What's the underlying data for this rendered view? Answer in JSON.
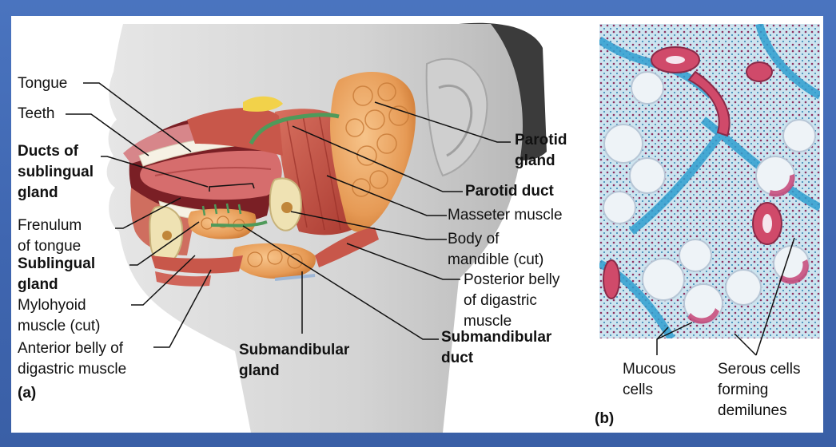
{
  "panel_a": {
    "tag": "(a)",
    "labels": {
      "tongue": "Tongue",
      "teeth": "Teeth",
      "ducts_line1": "Ducts of",
      "ducts_line2": "sublingual",
      "ducts_line3": "gland",
      "frenulum_line1": "Frenulum",
      "frenulum_line2": "of tongue",
      "sublingual_line1": "Sublingual",
      "sublingual_line2": "gland",
      "mylohyoid_line1": "Mylohyoid",
      "mylohyoid_line2": "muscle (cut)",
      "anterior_line1": "Anterior belly of",
      "anterior_line2": "digastric muscle",
      "submandibular_gland_line1": "Submandibular",
      "submandibular_gland_line2": "gland",
      "parotid_gland_line1": "Parotid",
      "parotid_gland_line2": "gland",
      "parotid_duct": "Parotid duct",
      "masseter": "Masseter muscle",
      "mandible_line1": "Body of",
      "mandible_line2": "mandible (cut)",
      "posterior_line1": "Posterior belly",
      "posterior_line2": "of digastric",
      "posterior_line3": "muscle",
      "submandibular_duct_line1": "Submandibular",
      "submandibular_duct_line2": "duct"
    }
  },
  "panel_b": {
    "tag": "(b)",
    "labels": {
      "mucous_line1": "Mucous",
      "mucous_line2": "cells",
      "serous_line1": "Serous cells",
      "serous_line2": "forming",
      "serous_line3": "demilunes"
    }
  },
  "colors": {
    "background": "#4068b2",
    "panel": "#ffffff",
    "muscle": "#c9564a",
    "gland": "#e9a05c",
    "stain_blue": "#3aa7d3",
    "stain_pink": "#c23a6e"
  }
}
